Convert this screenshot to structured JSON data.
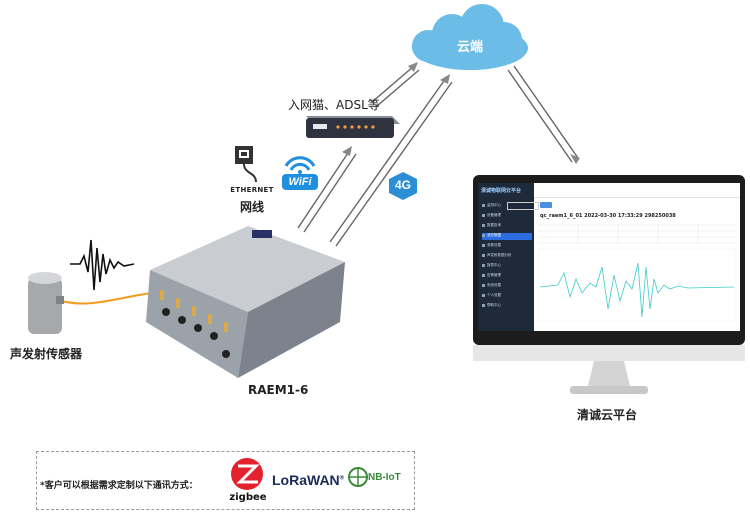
{
  "cloud": {
    "label": "云端"
  },
  "router": {
    "label": "入网猫、ADSL等"
  },
  "ethernet": {
    "icon_text": "ETHERNET",
    "label": "网线"
  },
  "wifi": {
    "label": "WiFi"
  },
  "cellular": {
    "label": "4G"
  },
  "device": {
    "label": "RAEM1-6"
  },
  "sensor": {
    "label": "声发射传感器"
  },
  "platform": {
    "label": "清诚云平台",
    "screen_title": "清诚物联网云平台",
    "screen_heading": "qc_raem1_6_01 2022-03-30 17:33:29 298250038",
    "menu": [
      "监测中心",
      "设备管理",
      "数据查询",
      "波形数据",
      "参数设置",
      "声发射数据分析",
      "报表中心",
      "告警管理",
      "系统设置",
      "个人设置",
      "帮助中心"
    ],
    "active_menu_index": 3
  },
  "footer": {
    "text": "*客户可以根据需求定制以下通讯方式：",
    "zigbee": "zigbee",
    "lora": "LoRaWAN",
    "lora_mark": "®",
    "nbiot": "NB-IoT"
  },
  "colors": {
    "cloud": "#6cbce8",
    "wifi_blue": "#1f8fe0",
    "g4_blue": "#2c8fd6",
    "wire_orange": "#f39b1f",
    "zigbee_red": "#e4222e",
    "lora_blue": "#1b2a5a",
    "nbiot_green": "#3b8a3b",
    "waveform": "#3ec9c9"
  }
}
